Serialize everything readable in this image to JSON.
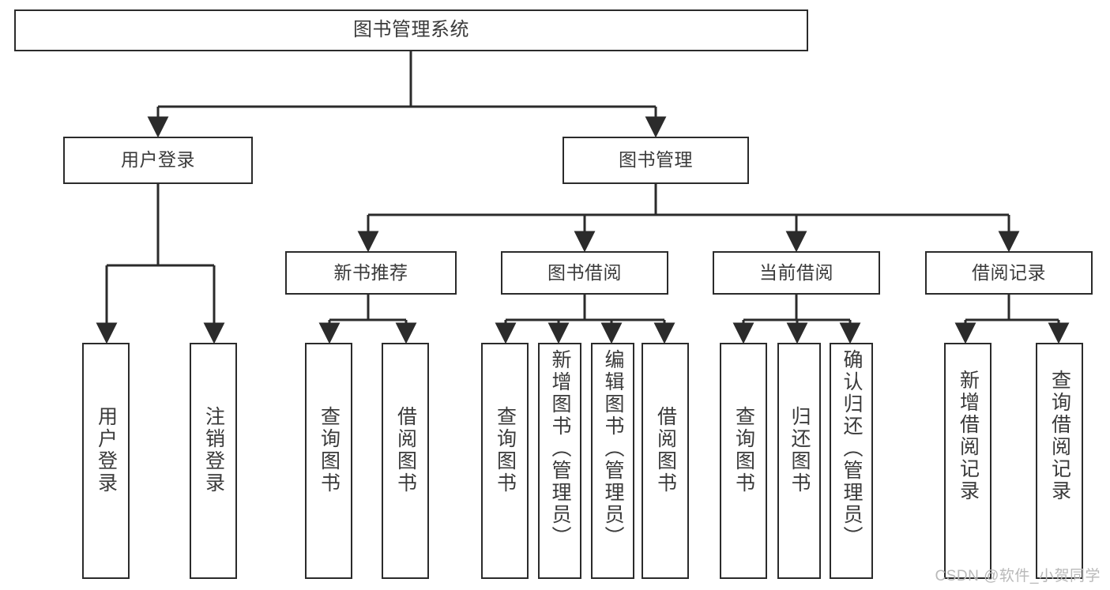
{
  "diagram": {
    "title": "图书管理系统",
    "type": "hierarchy-tree",
    "orientation": "top-down",
    "line_color": "#2b2b2b",
    "box_fill": "#ffffff",
    "text_color": "#3a3a3a",
    "watermark": "CSDN @软件_小贺同学",
    "levels": [
      {
        "level": 1,
        "nodes": [
          {
            "id": "root",
            "label": "图书管理系统",
            "orientation": "horizontal"
          }
        ]
      },
      {
        "level": 2,
        "nodes": [
          {
            "id": "user-login",
            "label": "用户登录",
            "orientation": "horizontal",
            "parent": "root"
          },
          {
            "id": "book-manage",
            "label": "图书管理",
            "orientation": "horizontal",
            "parent": "root"
          }
        ]
      },
      {
        "level": 3,
        "nodes": [
          {
            "id": "new-book-rec",
            "label": "新书推荐",
            "orientation": "horizontal",
            "parent": "book-manage"
          },
          {
            "id": "book-borrow",
            "label": "图书借阅",
            "orientation": "horizontal",
            "parent": "book-manage"
          },
          {
            "id": "current-borrow",
            "label": "当前借阅",
            "orientation": "horizontal",
            "parent": "book-manage"
          },
          {
            "id": "borrow-record",
            "label": "借阅记录",
            "orientation": "horizontal",
            "parent": "book-manage"
          }
        ]
      },
      {
        "level": 4,
        "nodes": [
          {
            "id": "leaf-user-login",
            "label": "用户登录",
            "orientation": "vertical",
            "parent": "user-login"
          },
          {
            "id": "leaf-logout",
            "label": "注销登录",
            "orientation": "vertical",
            "parent": "user-login"
          },
          {
            "id": "leaf-query-book-1",
            "label": "查询图书",
            "orientation": "vertical",
            "parent": "new-book-rec"
          },
          {
            "id": "leaf-borrow-book-1",
            "label": "借阅图书",
            "orientation": "vertical",
            "parent": "new-book-rec"
          },
          {
            "id": "leaf-query-book-2",
            "label": "查询图书",
            "orientation": "vertical",
            "parent": "book-borrow"
          },
          {
            "id": "leaf-add-book",
            "label": "新增图书（管理员）",
            "orientation": "vertical",
            "parent": "book-borrow"
          },
          {
            "id": "leaf-edit-book",
            "label": "编辑图书（管理员）",
            "orientation": "vertical",
            "parent": "book-borrow"
          },
          {
            "id": "leaf-borrow-book-2",
            "label": "借阅图书",
            "orientation": "vertical",
            "parent": "book-borrow"
          },
          {
            "id": "leaf-query-book-3",
            "label": "查询图书",
            "orientation": "vertical",
            "parent": "current-borrow"
          },
          {
            "id": "leaf-return-book",
            "label": "归还图书",
            "orientation": "vertical",
            "parent": "current-borrow"
          },
          {
            "id": "leaf-confirm-return",
            "label": "确认归还（管理员）",
            "orientation": "vertical",
            "parent": "current-borrow"
          },
          {
            "id": "leaf-add-record",
            "label": "新增借阅记录",
            "orientation": "vertical",
            "parent": "borrow-record"
          },
          {
            "id": "leaf-query-record",
            "label": "查询借阅记录",
            "orientation": "vertical",
            "parent": "borrow-record"
          }
        ]
      }
    ]
  }
}
